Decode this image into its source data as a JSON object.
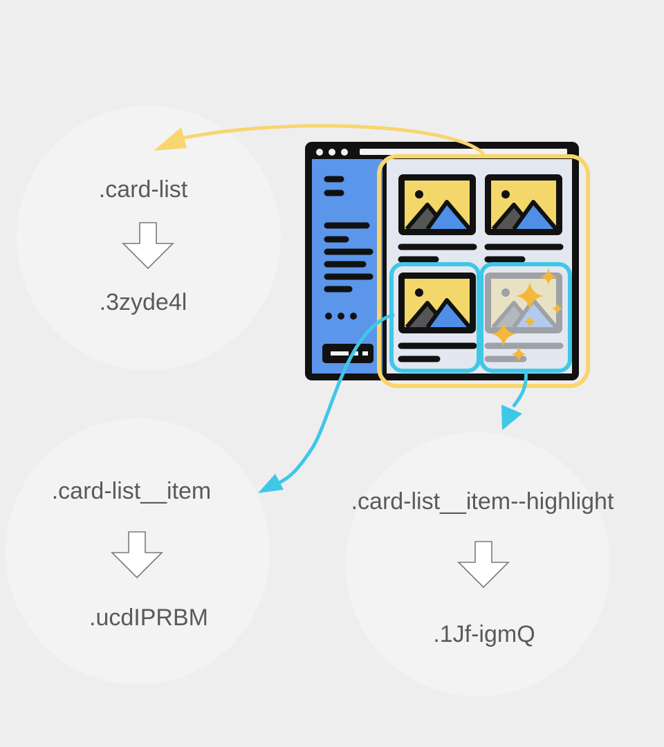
{
  "mappings": [
    {
      "original": ".card-list",
      "hashed": ".3zyde4l"
    },
    {
      "original": ".card-list__item",
      "hashed": ".ucdIPRBM"
    },
    {
      "original": ".card-list__item--highlight",
      "hashed": ".1Jf-igmQ"
    }
  ],
  "colors": {
    "background": "#eeeeee",
    "bubble": "#f3f3f3",
    "text": "#5a5a5a",
    "yellow_arrow": "#f9d56e",
    "cyan_arrow": "#3fc7e8",
    "sidebar_blue": "#5b96ea",
    "image_yellow": "#f3d76a",
    "mountain_blue": "#4f8fe8"
  },
  "icons": [
    "browser-window-icon",
    "image-card-icon",
    "sparkle-icon",
    "down-arrow-icon"
  ]
}
